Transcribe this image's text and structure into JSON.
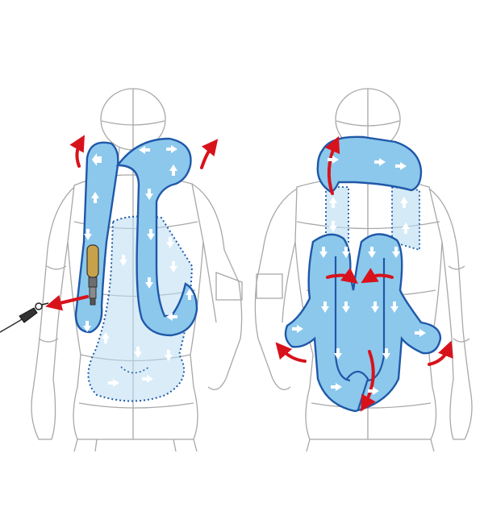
{
  "diagram": {
    "views": [
      "front-view",
      "back-view"
    ],
    "colors": {
      "mannequin_line": "#a8a8a8",
      "airbag_fill": "#8cc8ec",
      "airbag_stroke": "#1f58a8",
      "flow_arrow": "#ffffff",
      "inflation_arrow": "#d8121b",
      "cartridge_gold": "#c8a24a",
      "cartridge_steel": "#6e6e6e",
      "lanyard": "#333333"
    },
    "icons": [
      "airbag-chamber",
      "gas-cartridge",
      "lanyard-clip",
      "expansion-arrow",
      "flow-arrow"
    ]
  }
}
